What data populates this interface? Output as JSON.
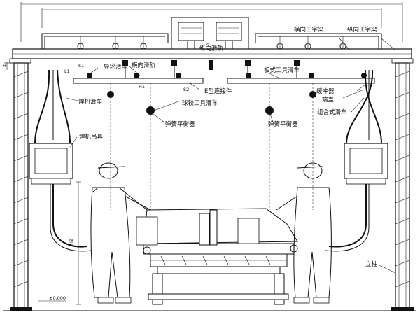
{
  "labels": {
    "longitudinal_rail": "纵向滑轨",
    "longitudinal_beam_left": "横向工字梁",
    "longitudinal_beam_right": "纵向工字梁",
    "guide_trolley": "导轮滑车",
    "transverse_rail": "横向滑轨",
    "e_connector": "E型连接件",
    "ball_tool_trolley": "球铰工具滑车",
    "plate_tool_trolley": "板式工具滑车",
    "buffer": "缓冲器",
    "end_cap": "端盖",
    "combined_trolley": "组合式滑车",
    "welder_trolley": "焊机滑车",
    "welder_hanger": "焊机吊具",
    "spring_balancer_left": "弹簧平衡器",
    "spring_balancer_right": "弹簧平衡器",
    "column": "立柱"
  },
  "dimensions": {
    "h_left": "H",
    "s1": "S1",
    "s2": "S2",
    "h1": "H1",
    "h2": "H2",
    "l1": "L1",
    "ground_level": "±0.000"
  }
}
